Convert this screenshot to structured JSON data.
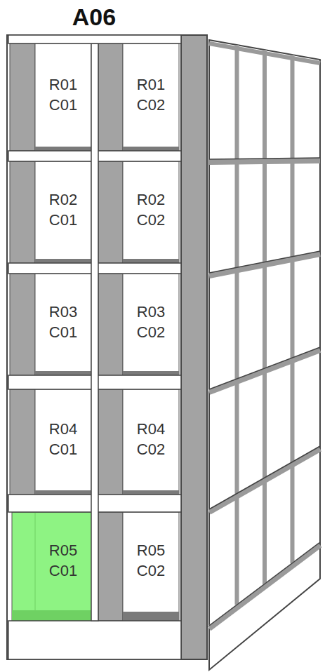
{
  "diagram": {
    "title": "A06",
    "nodes": [
      {
        "text": [
          "R01 C01"
        ]
      },
      {
        "text": [
          "R01 C02"
        ]
      },
      {
        "text": [
          "R02 C01"
        ]
      },
      {
        "text": [
          "R02 C02"
        ]
      },
      {
        "text": [
          "R03 C01"
        ]
      },
      {
        "text": [
          "R03 C02"
        ]
      },
      {
        "text": [
          "R04 C01"
        ]
      },
      {
        "text": [
          "R04 C02"
        ]
      },
      {
        "text": [
          "R05 C01"
        ]
      },
      {
        "text": [
          "R05 C02"
        ]
      }
    ]
  }
}
